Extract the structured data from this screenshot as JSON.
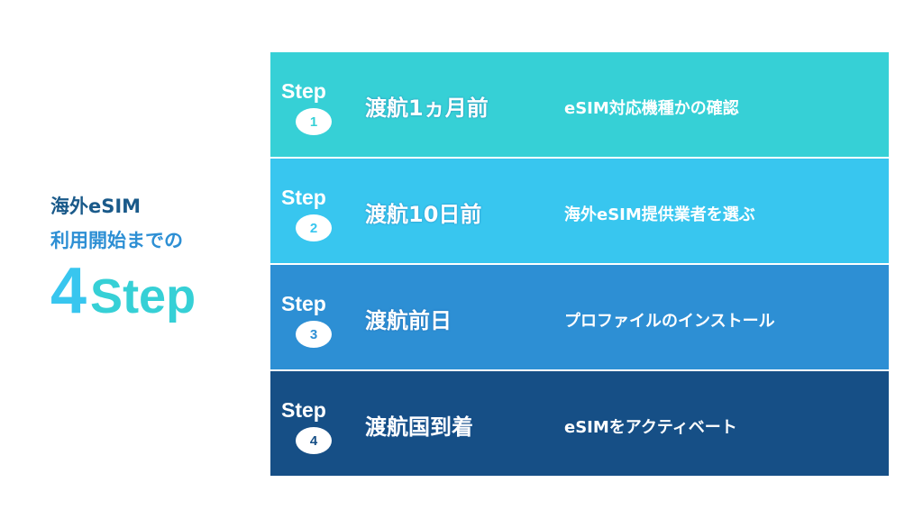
{
  "title": {
    "line1": "海外eSIM",
    "line2": "利用開始までの",
    "number": "4",
    "word": "Step"
  },
  "steps": [
    {
      "label": "Step",
      "num": "1",
      "when": "渡航1ヵ月前",
      "what": "eSIM対応機種かの確認",
      "color": "#36d0d6"
    },
    {
      "label": "Step",
      "num": "2",
      "when": "渡航10日前",
      "what": "海外eSIM提供業者を選ぶ",
      "color": "#38c6ef"
    },
    {
      "label": "Step",
      "num": "3",
      "when": "渡航前日",
      "what": "プロファイルのインストール",
      "color": "#2d8fd4"
    },
    {
      "label": "Step",
      "num": "4",
      "when": "渡航国到着",
      "what": "eSIMをアクティベート",
      "color": "#164f86"
    }
  ]
}
